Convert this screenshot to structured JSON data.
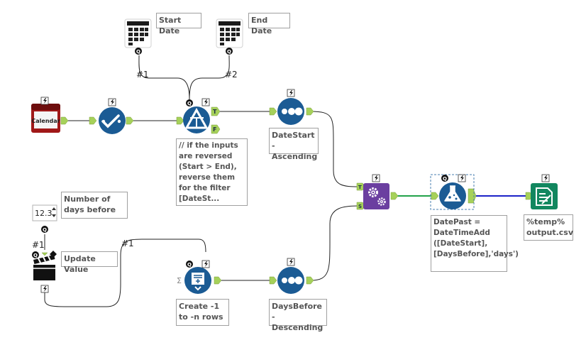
{
  "colors": {
    "tool_blue": "#1b5b94",
    "calendar_red": "#a01818",
    "join_purple": "#6b3fa0",
    "output_green": "#12875f",
    "connector_green": "#a6d15a",
    "wire_green": "#22a34a",
    "wire_blue": "#1c22c8",
    "wire_black": "#222222"
  },
  "tools": {
    "calendar": {
      "label": "Calendar",
      "icon": "calendar-icon"
    },
    "start_date": {
      "annotation": "Start Date",
      "icon": "date-picker-icon"
    },
    "end_date": {
      "annotation": "End Date",
      "icon": "date-picker-icon"
    },
    "select": {
      "icon": "checkmark-flow-icon"
    },
    "filter": {
      "icon": "filter-triangle-icon",
      "true_label": "T",
      "false_label": "F",
      "annotation": "// if the inputs are reversed (Start > End), reverse them for the filter [DateSt..."
    },
    "sort_start": {
      "icon": "sort-dots-icon",
      "annotation": "DateStart - Ascending"
    },
    "sort_days": {
      "icon": "sort-dots-icon",
      "annotation": "DaysBefore - Descending"
    },
    "numeric_up_down": {
      "value": "12.3",
      "annotation": "Number of days before"
    },
    "action": {
      "annotation": "Update Value",
      "icon": "clapperboard-icon"
    },
    "generate_rows": {
      "icon": "generate-rows-icon",
      "annotation": "Create -1 to -n rows",
      "sigma": "Σ"
    },
    "join": {
      "icon": "gears-icon",
      "left_label": "T",
      "right_label": "S"
    },
    "formula": {
      "icon": "flask-icon",
      "annotation": "DatePast = DateTimeAdd ([DateStart], [DaysBefore],'days')"
    },
    "output": {
      "icon": "output-file-icon",
      "annotation": "%temp% output.csv"
    }
  },
  "connection_labels": {
    "start_to_filter": "#1",
    "end_to_filter": "#2",
    "numeric_to_action": "#1",
    "action_to_generate": "#1"
  },
  "badges": {
    "bolt": "⚡",
    "q": "Q"
  }
}
